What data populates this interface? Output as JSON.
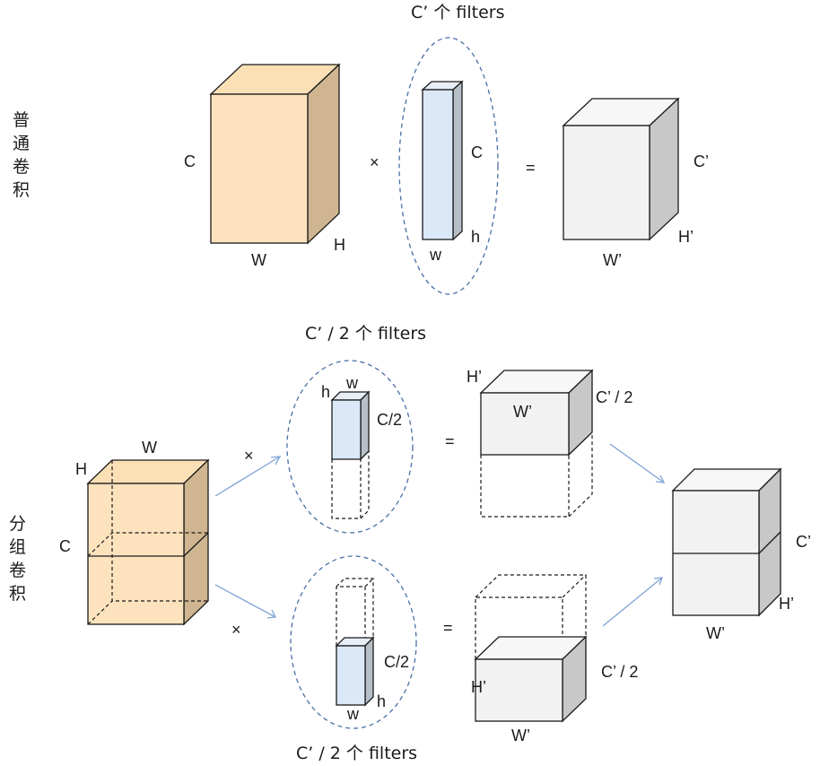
{
  "colors": {
    "input_front": "#fde3bd",
    "input_side": "#cfb690",
    "input_top": "#fbe0b6",
    "filter_front": "#dbe8f8",
    "filter_side": "#b6bfc8",
    "filter_top": "#e8eef6",
    "output_front": "#f2f2f2",
    "output_side": "#c8c8c8",
    "output_top": "#f7f7f7",
    "ellipse": "#4a6fa5",
    "arrow": "#7fa3d6"
  },
  "normal": {
    "section_label": [
      "普",
      "通",
      "卷",
      "积"
    ],
    "filters_label": "C’ 个 filters",
    "input": {
      "c": "C",
      "w": "W",
      "h": "H"
    },
    "times": "×",
    "filter": {
      "c": "C",
      "w": "w",
      "h": "h"
    },
    "equals": "=",
    "output": {
      "c": "C’",
      "w": "W’",
      "h": "H’"
    }
  },
  "group": {
    "section_label": [
      "分",
      "组",
      "卷",
      "积"
    ],
    "input": {
      "c": "C",
      "w": "W",
      "h": "H"
    },
    "top": {
      "filters_label": "C’ / 2 个 filters",
      "times": "×",
      "filter": {
        "c": "C/2",
        "w": "w",
        "h": "h"
      },
      "equals": "=",
      "output": {
        "c": "C’ / 2",
        "w": "W’",
        "h": "H’"
      }
    },
    "bottom": {
      "filters_label": "C’ / 2 个 filters",
      "times": "×",
      "filter": {
        "c": "C/2",
        "w": "w",
        "h": "h"
      },
      "equals": "=",
      "output": {
        "c": "C’ / 2",
        "w": "W’",
        "h": "H’"
      }
    },
    "result": {
      "c": "C’",
      "w": "W’",
      "h": "H’"
    }
  }
}
